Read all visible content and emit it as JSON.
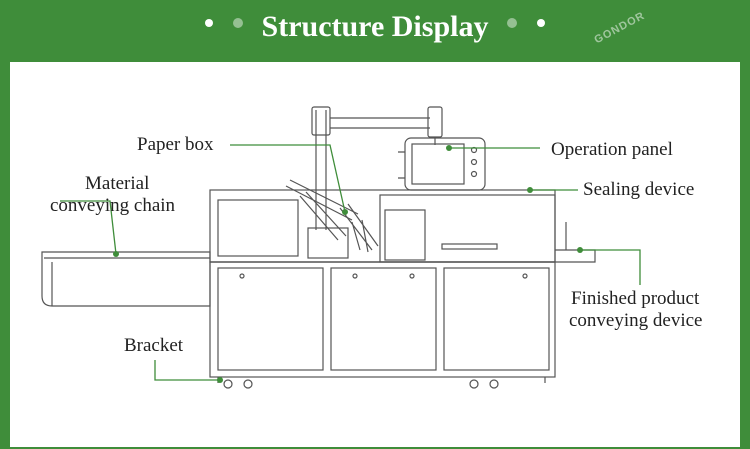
{
  "header": {
    "title": "Structure Display"
  },
  "watermark": {
    "text": "GONDOR"
  },
  "labels": {
    "paper_box": "Paper box",
    "material_chain_line1": "Material",
    "material_chain_line2": "conveying chain",
    "operation_panel": "Operation panel",
    "sealing_device": "Sealing device",
    "finished_line1": "Finished product",
    "finished_line2": "conveying device",
    "bracket": "Bracket"
  },
  "colors": {
    "frame_green": "#3f8d3a",
    "leader_green": "#3f8d3a",
    "machine_line": "#555555"
  }
}
